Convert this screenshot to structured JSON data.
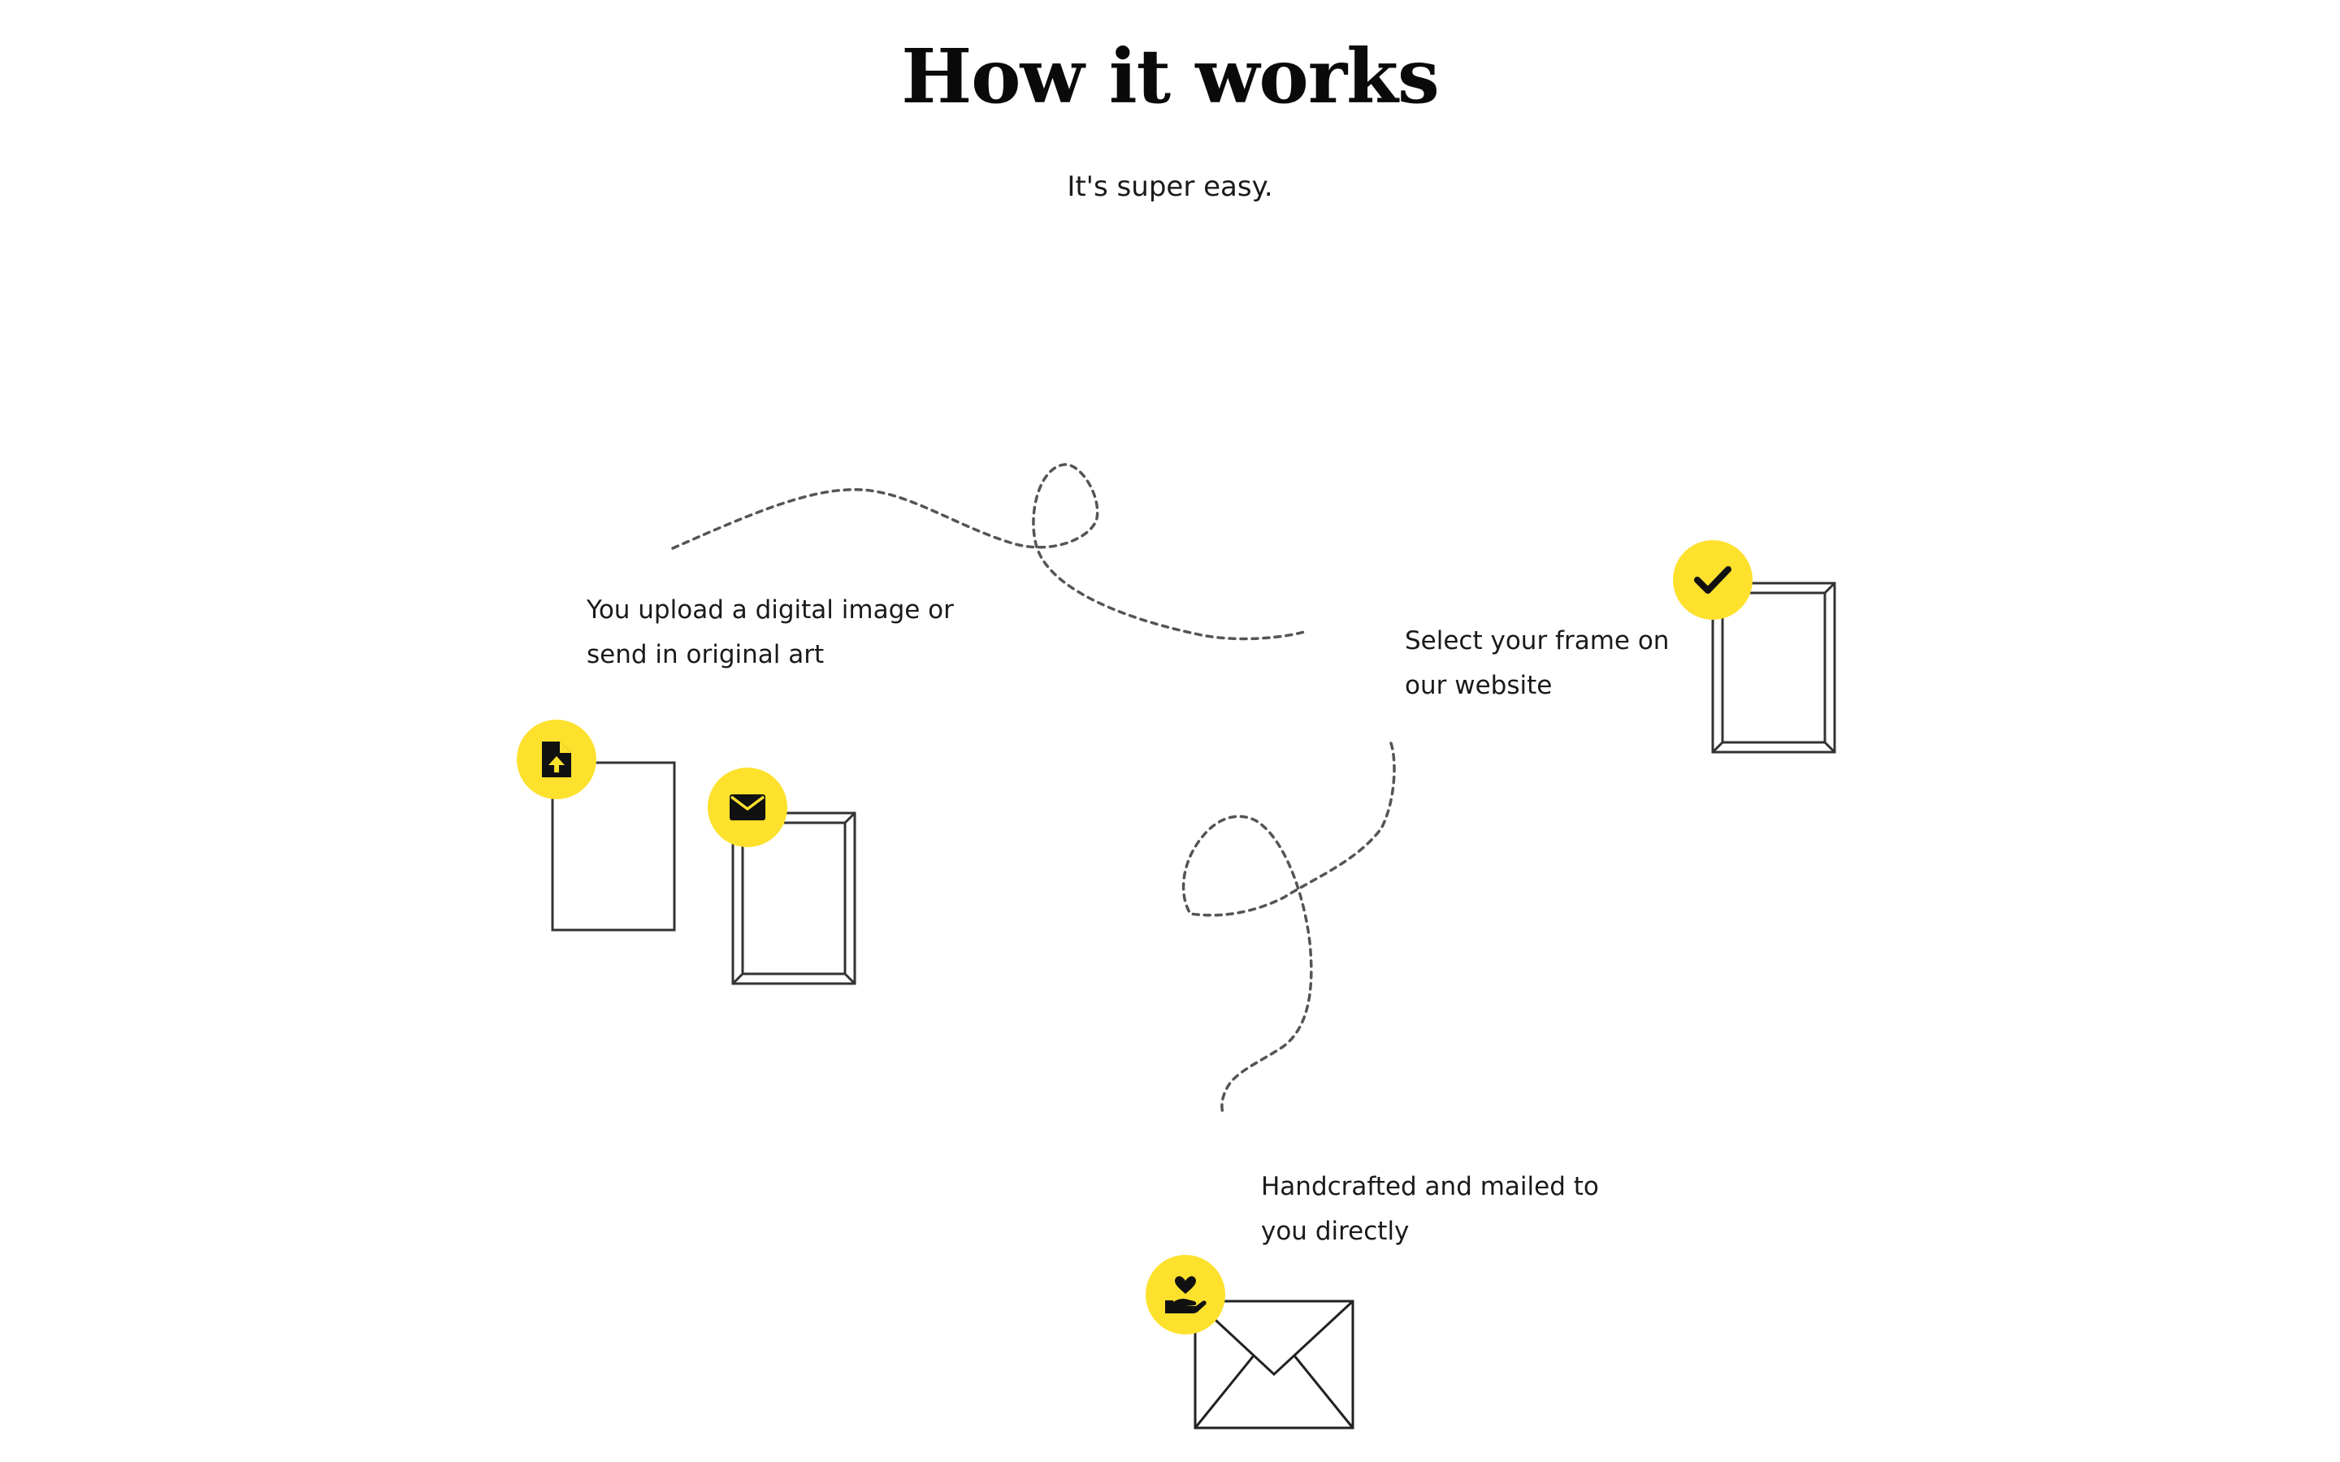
{
  "header": {
    "title": "How it works",
    "subtitle": "It's super easy."
  },
  "steps": [
    {
      "line1": "You upload a digital image or",
      "line2": "send in original art",
      "icons": [
        "file-upload-icon",
        "envelope-icon"
      ]
    },
    {
      "line1": "Select your frame on",
      "line2": "our website",
      "icons": [
        "checkmark-icon"
      ]
    },
    {
      "line1": "Handcrafted and mailed to",
      "line2": "you directly",
      "icons": [
        "hand-heart-icon"
      ]
    }
  ],
  "colors": {
    "badge": "#fde12d",
    "text": "#1a1a1a",
    "background": "#ffffff"
  }
}
